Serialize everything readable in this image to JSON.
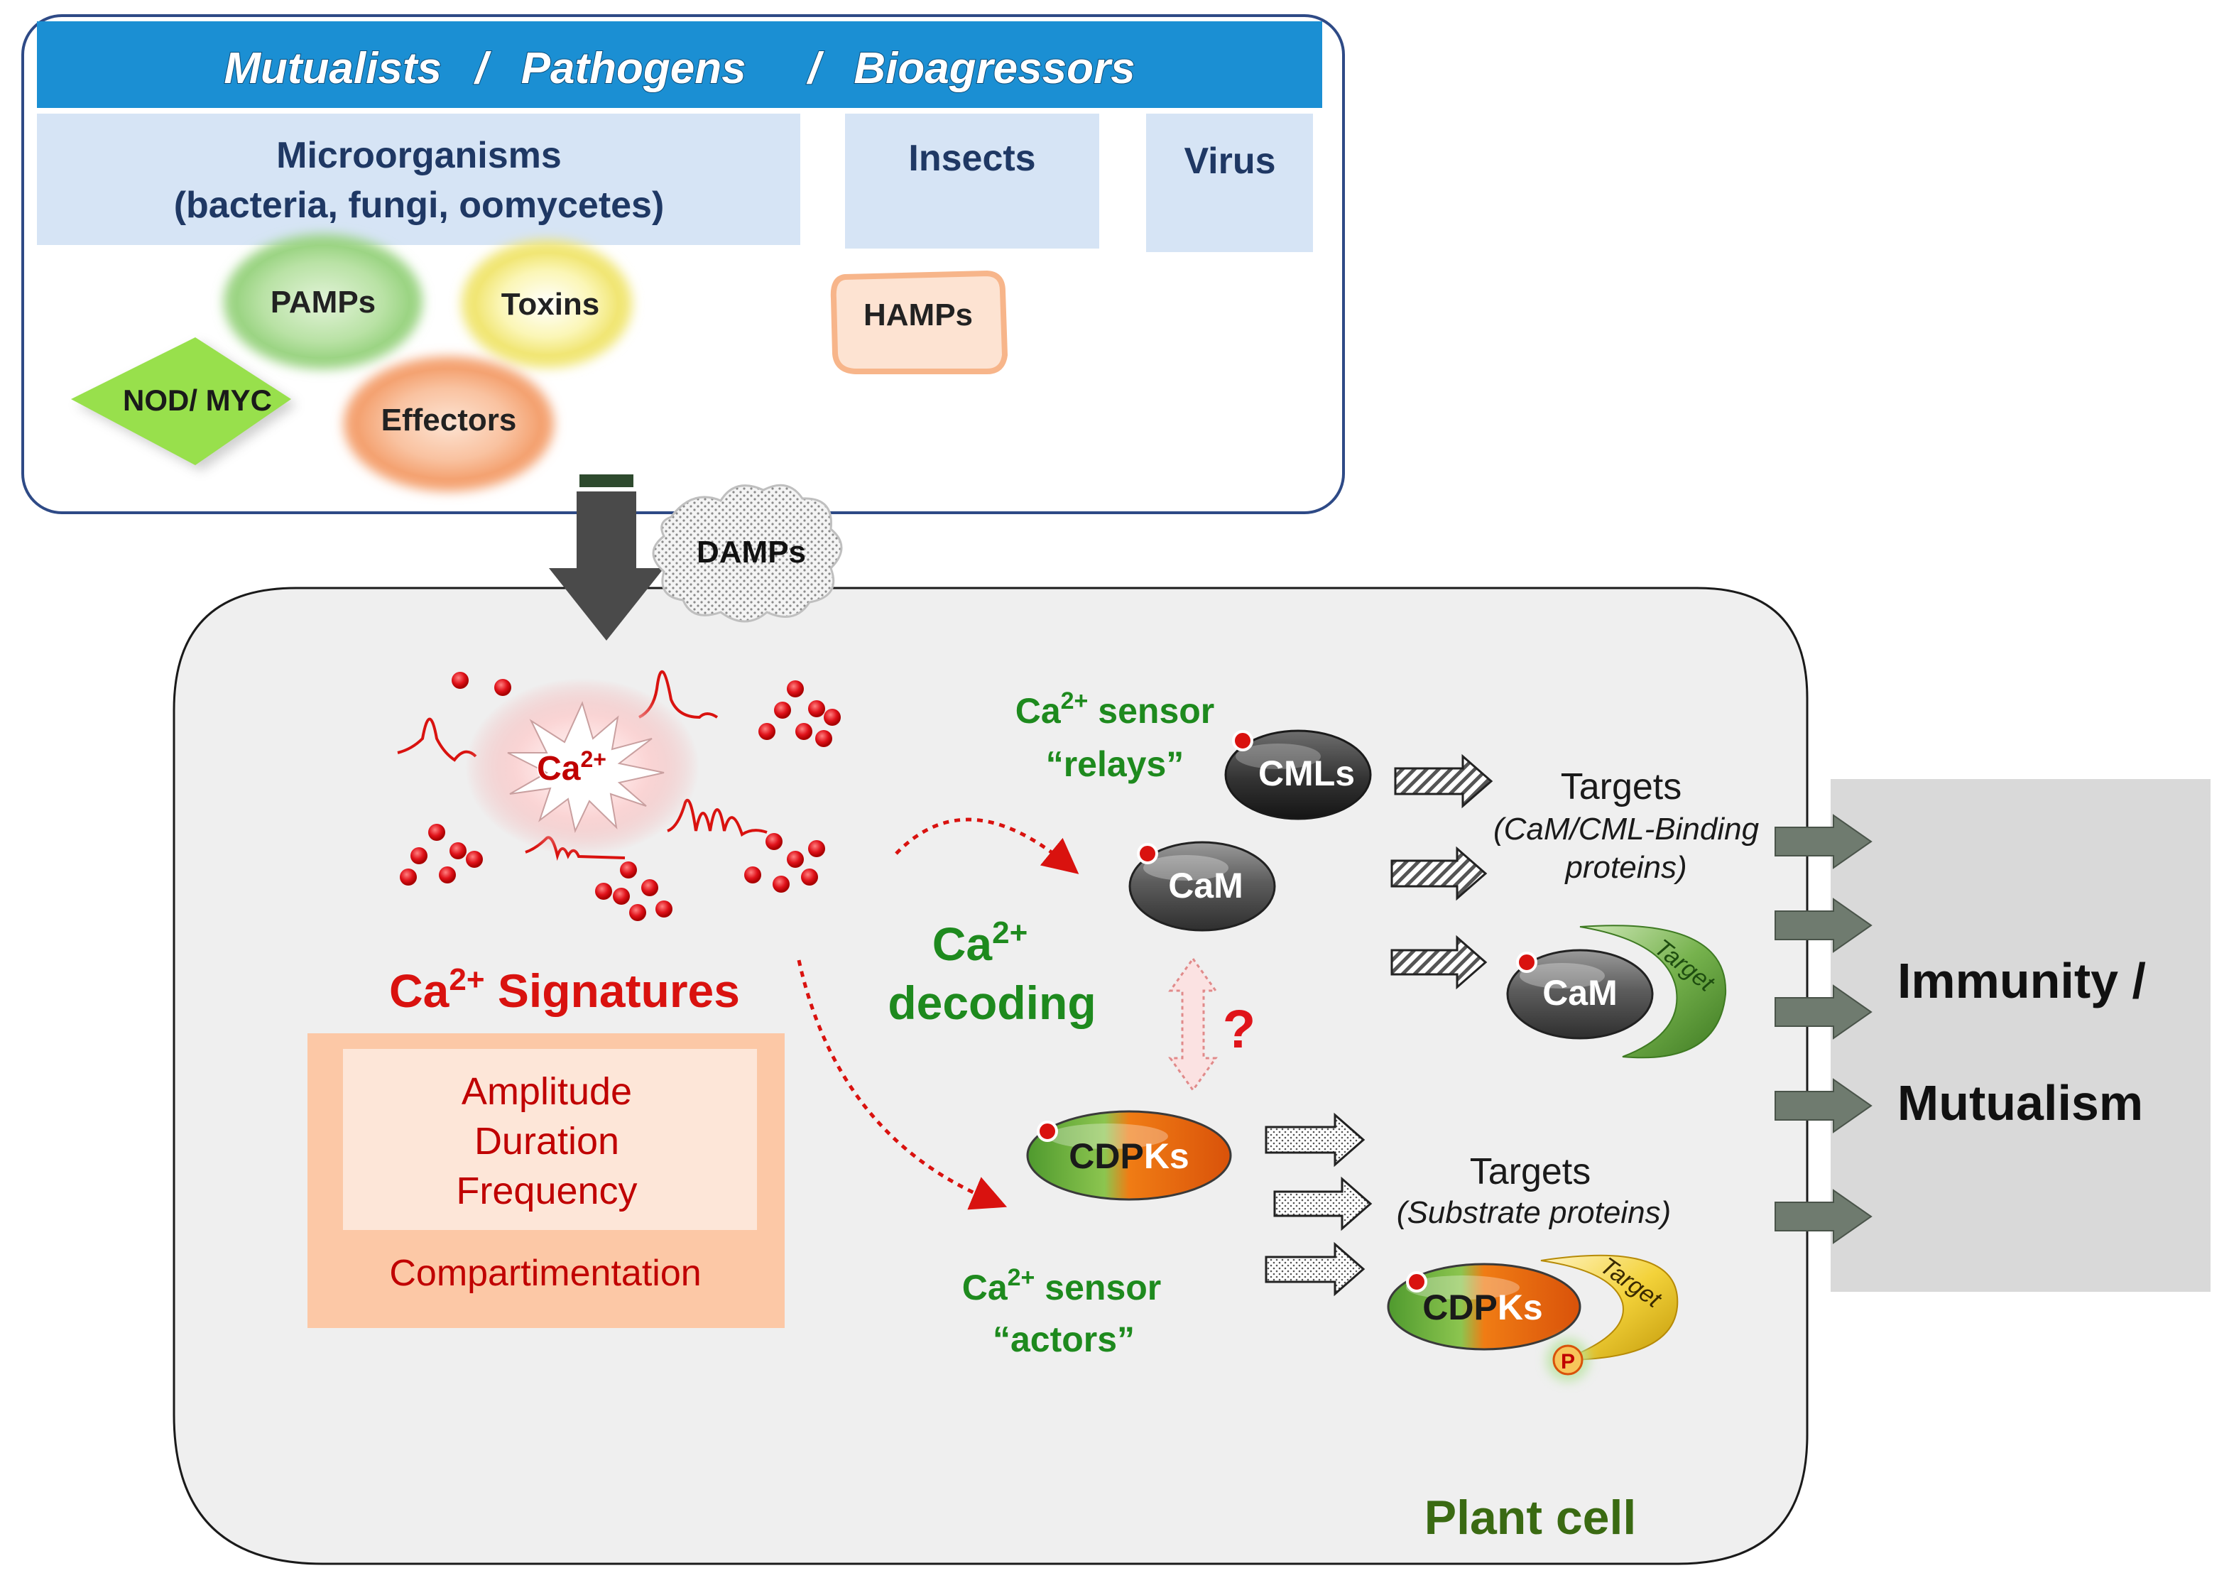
{
  "top_panel": {
    "header": [
      "Mutualists",
      "/",
      "Pathogens",
      "/",
      "Bioagressors"
    ],
    "categories": {
      "microorganisms": [
        "Microorganisms",
        "(bacteria, fungi, oomycetes)"
      ],
      "insects": "Insects",
      "virus": "Virus"
    },
    "molecules": {
      "pamps": "PAMPs",
      "toxins": "Toxins",
      "nod_myc": "NOD/ MYC",
      "effectors": "Effectors",
      "hamps": "HAMPs"
    }
  },
  "damps": "DAMPs",
  "signatures": {
    "ion": "Ca",
    "charge": "2+",
    "title": [
      "Ca",
      "2+",
      " Signatures"
    ],
    "features": [
      "Amplitude",
      "Duration",
      "Frequency"
    ],
    "compartment": "Compartimentation"
  },
  "relays": {
    "line1": [
      "Ca",
      "2+",
      " sensor"
    ],
    "line2": "“relays”",
    "cmls": "CMLs",
    "cam": "CaM",
    "targets_title": "Targets",
    "targets_sub": [
      "(CaM/CML-Binding",
      "proteins)"
    ],
    "cam_target": "CaM",
    "target_label": "Target"
  },
  "decoding": {
    "line1": [
      "Ca",
      "2+"
    ],
    "line2": "decoding",
    "question": "?"
  },
  "actors": {
    "cdpks": [
      "CDP",
      "Ks"
    ],
    "line1": [
      "Ca",
      "2+",
      " sensor"
    ],
    "line2": "“actors”",
    "targets_title": "Targets",
    "targets_sub": "(Substrate proteins)",
    "cdpks_target": [
      "CDP",
      "Ks"
    ],
    "target_label": "Target",
    "phospho": "P"
  },
  "plant_cell": "Plant cell",
  "outcome": [
    "Immunity /",
    "Mutualism"
  ],
  "colors": {
    "header_blue": "#1b8fd3",
    "light_blue": "#d6e4f5",
    "dark_navy": "#1f3864",
    "cell_bg": "#efefef",
    "outcome_bg": "#d9d9d9",
    "signal_red": "#c00000",
    "decode_green": "#1e8a1e",
    "plant_cell_green": "#3a6a12"
  }
}
